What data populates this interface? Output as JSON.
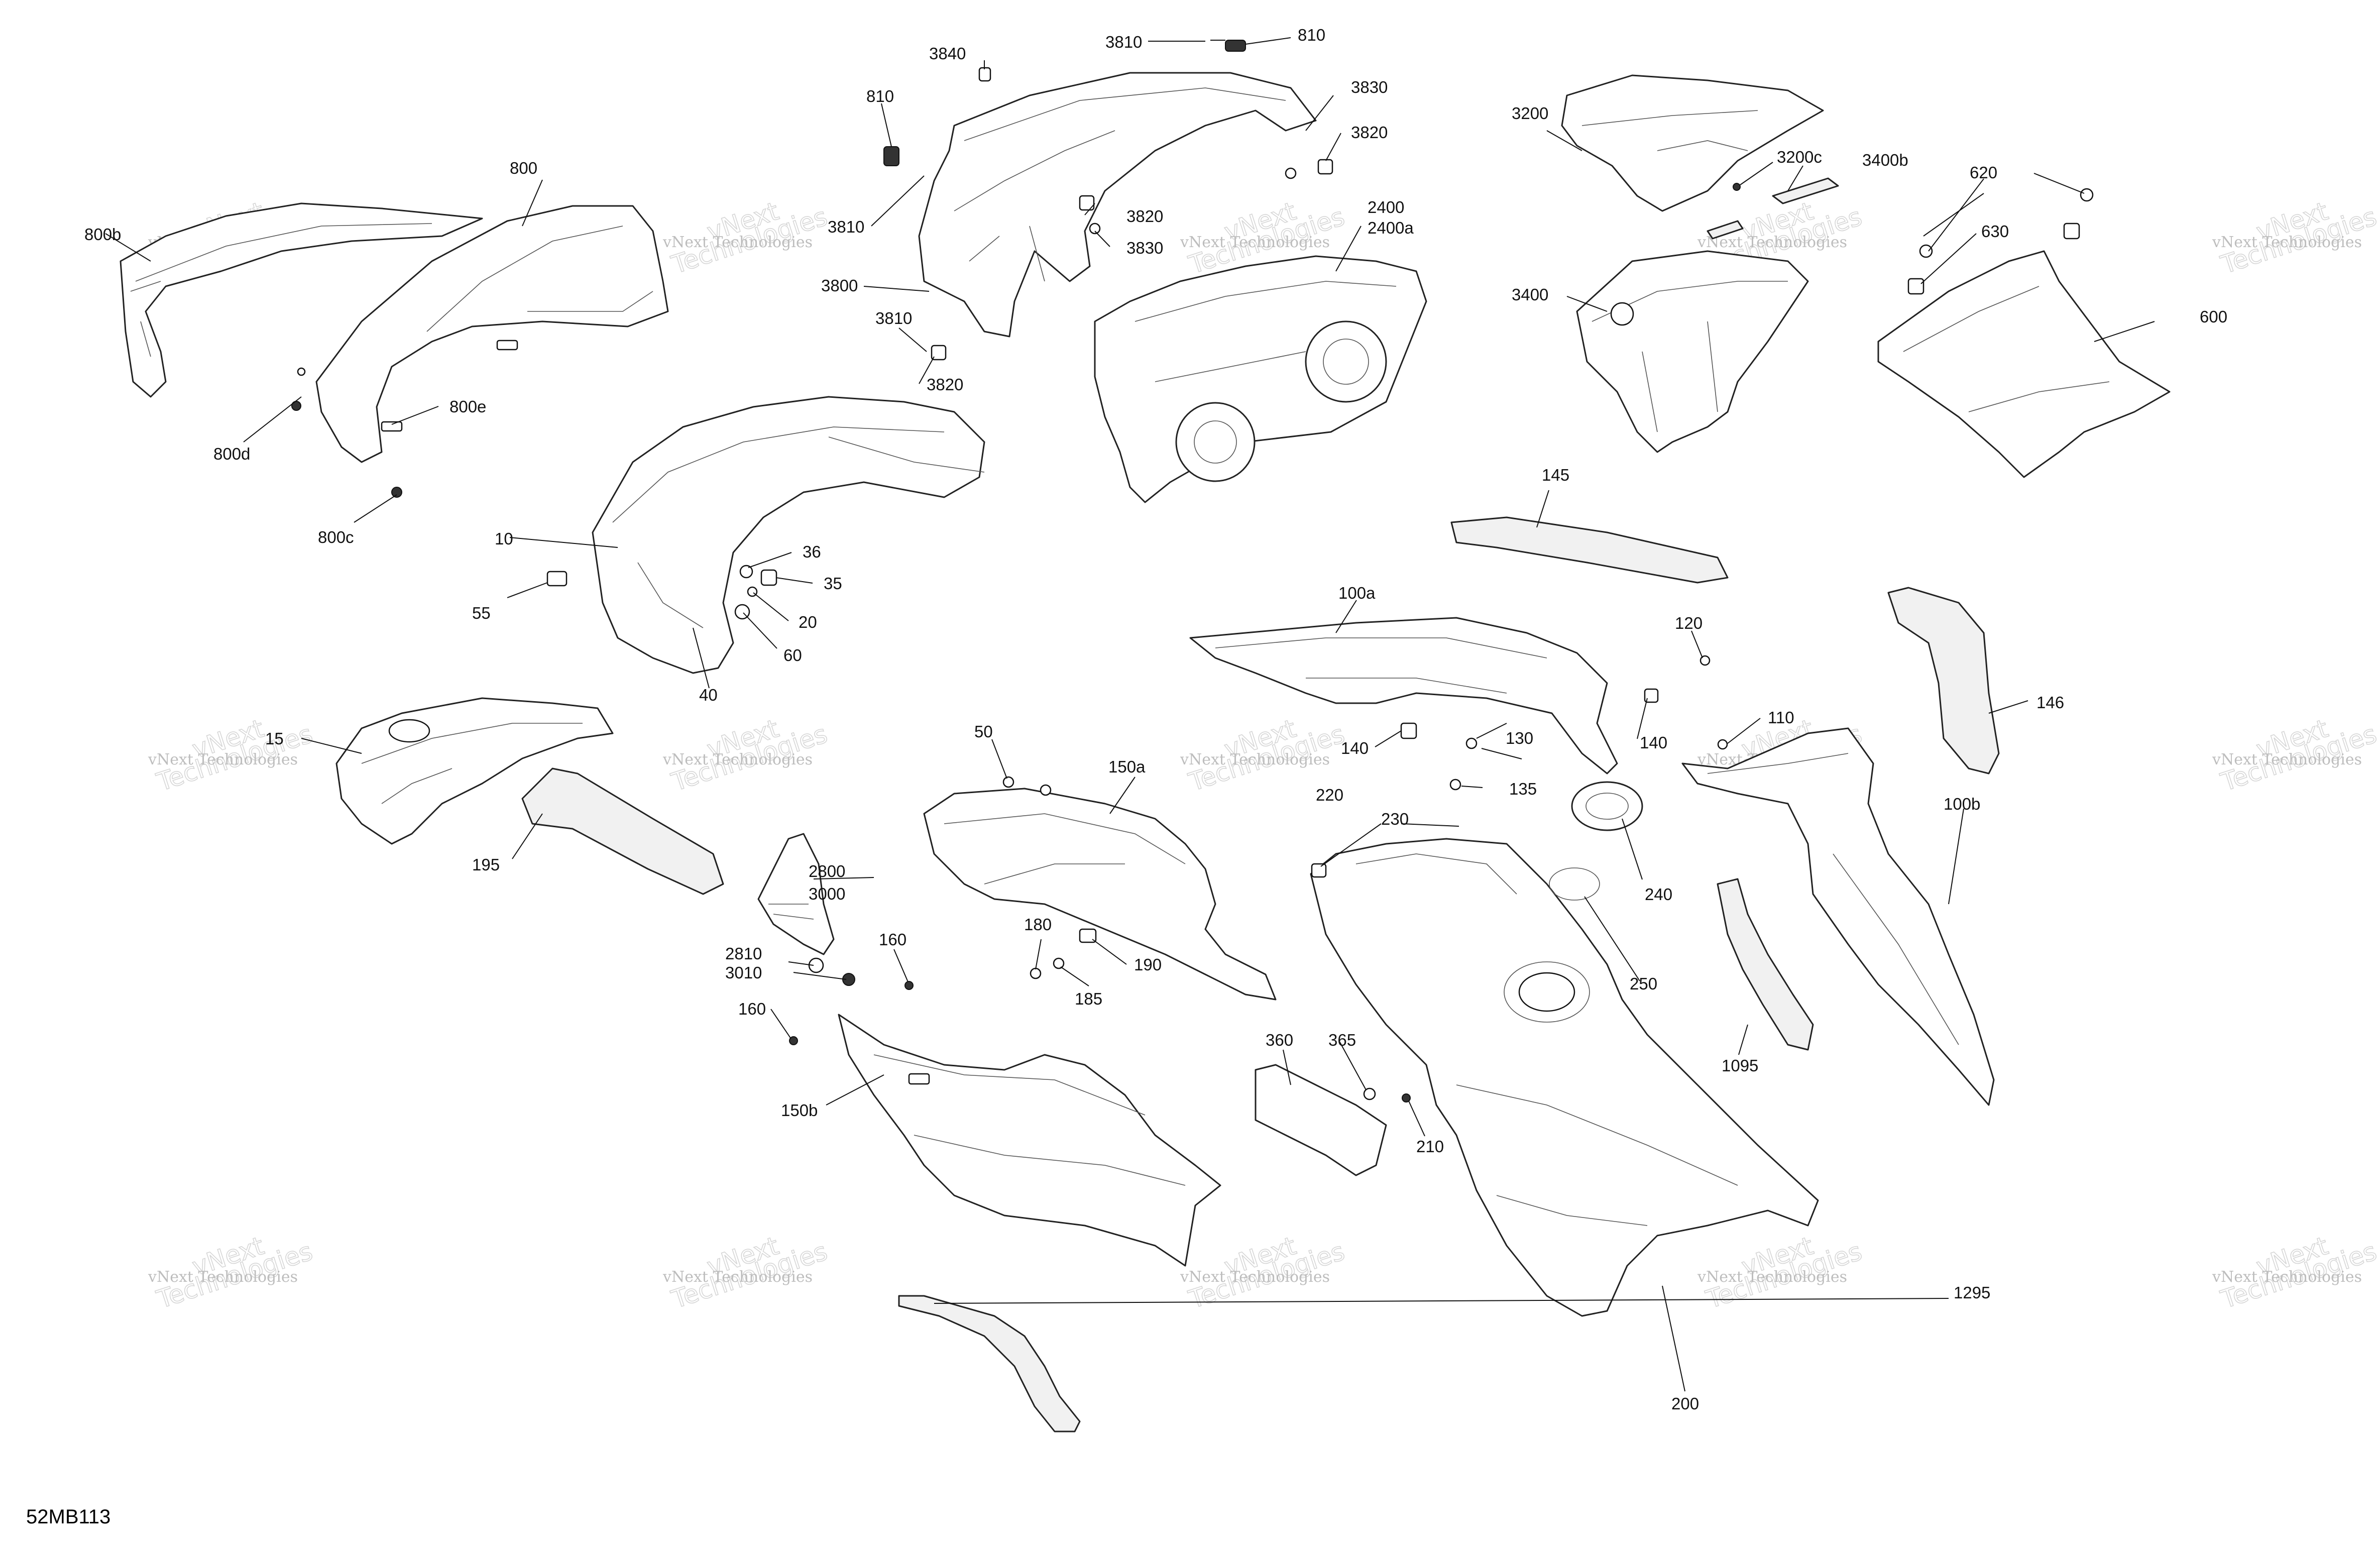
{
  "drawing_id": "52MB113",
  "watermark": {
    "line1": "vNext Technologies",
    "line2": "vNext",
    "line3": "Technologies"
  },
  "callouts": [
    {
      "id": "c-3810-top",
      "text": "3810"
    },
    {
      "id": "c-810-top",
      "text": "810"
    },
    {
      "id": "c-3840",
      "text": "3840"
    },
    {
      "id": "c-810-left",
      "text": "810"
    },
    {
      "id": "c-3830-top",
      "text": "3830"
    },
    {
      "id": "c-3820-top",
      "text": "3820"
    },
    {
      "id": "c-3810-mid",
      "text": "3810"
    },
    {
      "id": "c-3820-mid",
      "text": "3820"
    },
    {
      "id": "c-3830-mid",
      "text": "3830"
    },
    {
      "id": "c-3800",
      "text": "3800"
    },
    {
      "id": "c-3810-low",
      "text": "3810"
    },
    {
      "id": "c-3820-low",
      "text": "3820"
    },
    {
      "id": "c-2400",
      "text": "2400"
    },
    {
      "id": "c-2400a",
      "text": "2400a"
    },
    {
      "id": "c-3200",
      "text": "3200"
    },
    {
      "id": "c-3200c",
      "text": "3200c"
    },
    {
      "id": "c-3400b",
      "text": "3400b"
    },
    {
      "id": "c-3400",
      "text": "3400"
    },
    {
      "id": "c-620",
      "text": "620"
    },
    {
      "id": "c-630",
      "text": "630"
    },
    {
      "id": "c-600",
      "text": "600"
    },
    {
      "id": "c-800",
      "text": "800"
    },
    {
      "id": "c-800b",
      "text": "800b"
    },
    {
      "id": "c-800d",
      "text": "800d"
    },
    {
      "id": "c-800e",
      "text": "800e"
    },
    {
      "id": "c-800c",
      "text": "800c"
    },
    {
      "id": "c-10",
      "text": "10"
    },
    {
      "id": "c-36",
      "text": "36"
    },
    {
      "id": "c-35",
      "text": "35"
    },
    {
      "id": "c-55",
      "text": "55"
    },
    {
      "id": "c-20",
      "text": "20"
    },
    {
      "id": "c-60",
      "text": "60"
    },
    {
      "id": "c-40",
      "text": "40"
    },
    {
      "id": "c-145",
      "text": "145"
    },
    {
      "id": "c-100a",
      "text": "100a"
    },
    {
      "id": "c-120",
      "text": "120"
    },
    {
      "id": "c-146",
      "text": "146"
    },
    {
      "id": "c-140-left",
      "text": "140"
    },
    {
      "id": "c-130",
      "text": "130"
    },
    {
      "id": "c-140-right",
      "text": "140"
    },
    {
      "id": "c-110",
      "text": "110"
    },
    {
      "id": "c-135",
      "text": "135"
    },
    {
      "id": "c-100b",
      "text": "100b"
    },
    {
      "id": "c-15",
      "text": "15"
    },
    {
      "id": "c-195",
      "text": "195"
    },
    {
      "id": "c-50",
      "text": "50"
    },
    {
      "id": "c-150a",
      "text": "150a"
    },
    {
      "id": "c-220",
      "text": "220"
    },
    {
      "id": "c-230",
      "text": "230"
    },
    {
      "id": "c-240",
      "text": "240"
    },
    {
      "id": "c-250",
      "text": "250"
    },
    {
      "id": "c-2800",
      "text": "2800"
    },
    {
      "id": "c-3000",
      "text": "3000"
    },
    {
      "id": "c-2810",
      "text": "2810"
    },
    {
      "id": "c-3010",
      "text": "3010"
    },
    {
      "id": "c-160-a",
      "text": "160"
    },
    {
      "id": "c-160-b",
      "text": "160"
    },
    {
      "id": "c-180",
      "text": "180"
    },
    {
      "id": "c-190",
      "text": "190"
    },
    {
      "id": "c-185",
      "text": "185"
    },
    {
      "id": "c-1095",
      "text": "1095"
    },
    {
      "id": "c-360",
      "text": "360"
    },
    {
      "id": "c-365",
      "text": "365"
    },
    {
      "id": "c-210",
      "text": "210"
    },
    {
      "id": "c-150b",
      "text": "150b"
    },
    {
      "id": "c-1295",
      "text": "1295"
    },
    {
      "id": "c-200",
      "text": "200"
    }
  ]
}
